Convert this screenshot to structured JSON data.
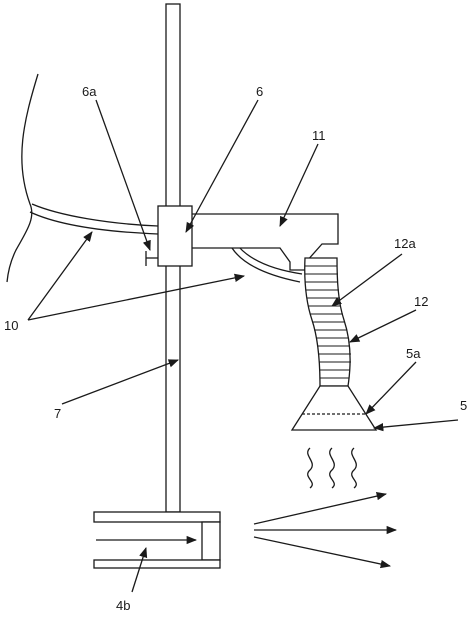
{
  "labels": {
    "l6a": "6a",
    "l6": "6",
    "l11": "11",
    "l12a": "12a",
    "l12": "12",
    "l10": "10",
    "l5a": "5a",
    "l5": "5",
    "l7": "7",
    "l4b": "4b"
  }
}
